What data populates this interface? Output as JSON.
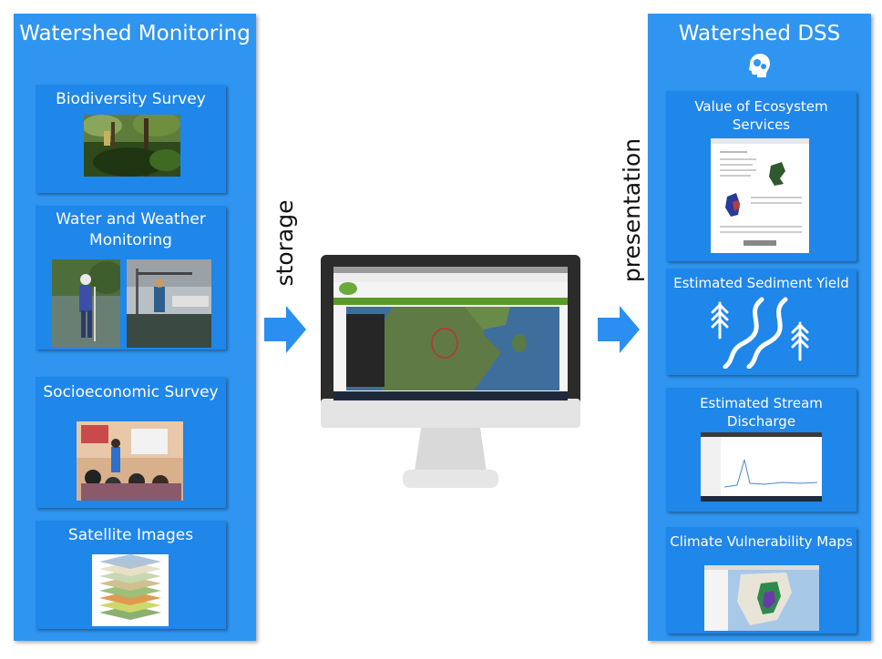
{
  "left_panel": {
    "title": "Watershed Monitoring",
    "cards": [
      {
        "title": "Biodiversity Survey"
      },
      {
        "title_lines": [
          "Water and Weather",
          "Monitoring"
        ]
      },
      {
        "title": "Socioeconomic Survey"
      },
      {
        "title": "Satellite Images"
      }
    ]
  },
  "arrows": {
    "storage_label": "storage",
    "presentation_label": "presentation"
  },
  "right_panel": {
    "title": "Watershed DSS",
    "cards": [
      {
        "title_lines": [
          "Value of Ecosystem",
          "Services"
        ]
      },
      {
        "title": "Estimated Sediment Yield"
      },
      {
        "title_lines": [
          "Estimated Stream",
          "Discharge"
        ]
      },
      {
        "title": "Climate Vulnerability Maps"
      }
    ]
  },
  "icons": [
    "brain-gears-icon",
    "river-tree-icon",
    "monitor-icon",
    "arrow-right-icon"
  ],
  "colors": {
    "panel": "#2f95f0",
    "card": "#1f86ea",
    "arrow": "#2a8ff0",
    "monitor_frame": "#2b2b2b"
  }
}
